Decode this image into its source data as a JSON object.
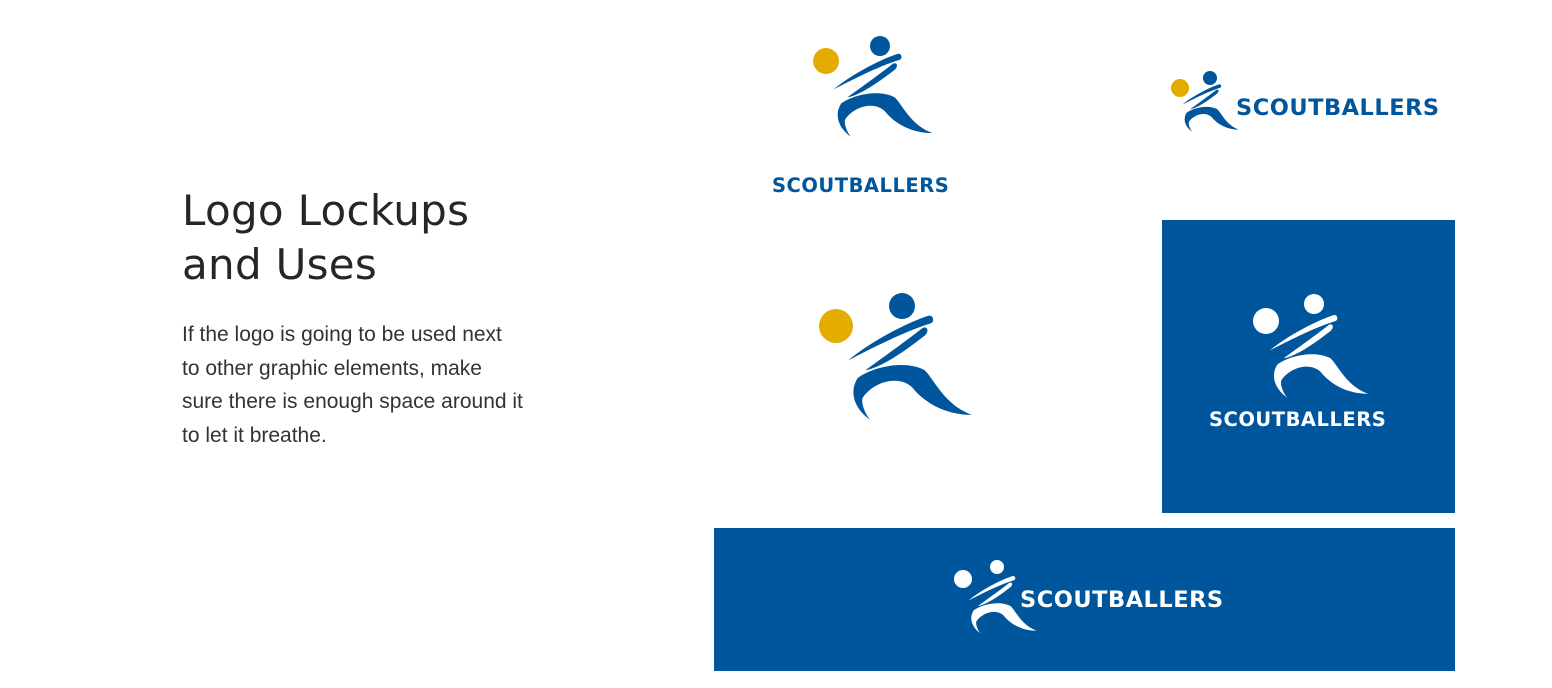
{
  "heading": {
    "line1": "Logo Lockups",
    "line2": "and Uses"
  },
  "body": {
    "line1": "If the logo is going to be used next",
    "line2": "to other graphic elements, make",
    "line3": "sure there is enough space around it",
    "line4": "to let it breathe."
  },
  "brand": {
    "wordmark": "SCOUTBALLERS"
  },
  "colors": {
    "brand_blue": "#00569c",
    "ball_yellow": "#e5ac00",
    "background": "#ffffff",
    "heading_text": "#262626",
    "body_text": "#333333"
  },
  "icons": {
    "logo_mark": "player-with-ball-icon"
  }
}
